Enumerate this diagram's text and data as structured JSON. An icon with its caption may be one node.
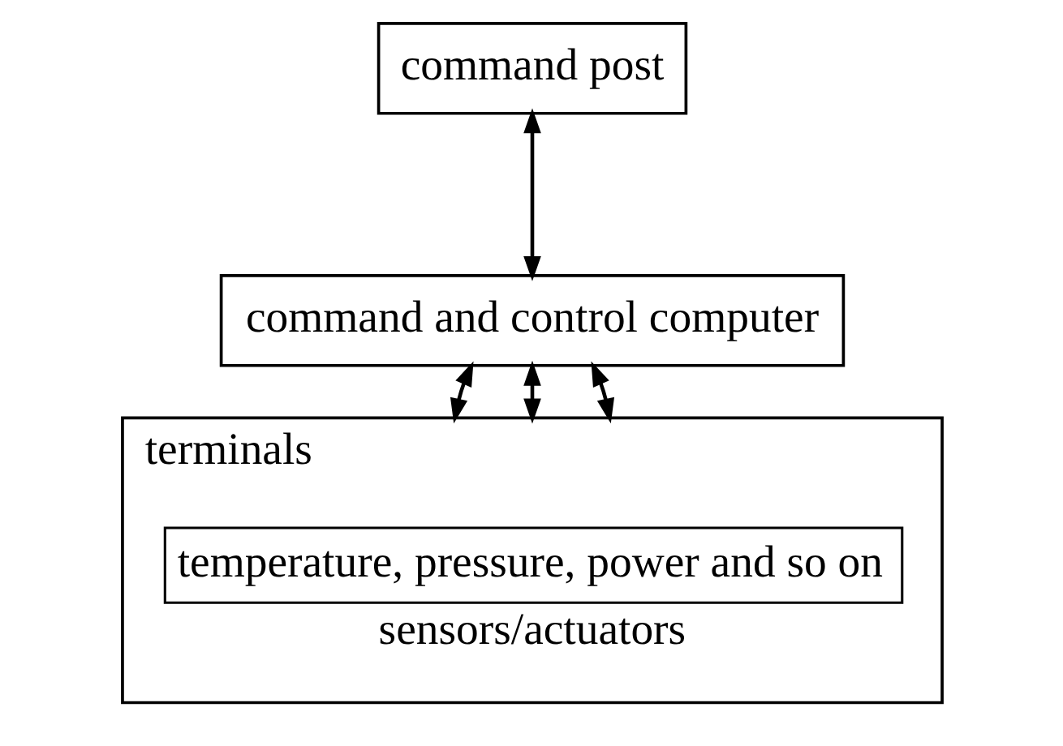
{
  "diagram": {
    "nodes": [
      {
        "text": [
          "command post"
        ]
      },
      {
        "text": [
          "command and control computer"
        ]
      },
      {
        "text": [
          "terminals"
        ]
      },
      {
        "text": [
          "temperature, pressure, power and so on"
        ],
        "in": 2,
        "beside": [
          "sensors/actuators"
        ]
      }
    ],
    "edges": [
      {
        "from": 0,
        "to": 1,
        "arrow": "both"
      },
      {
        "from": 1,
        "to": 2,
        "arrow": "both"
      },
      {
        "from": 1,
        "to": 2,
        "arrow": "both"
      },
      {
        "from": 1,
        "to": 2,
        "arrow": "both"
      }
    ]
  }
}
